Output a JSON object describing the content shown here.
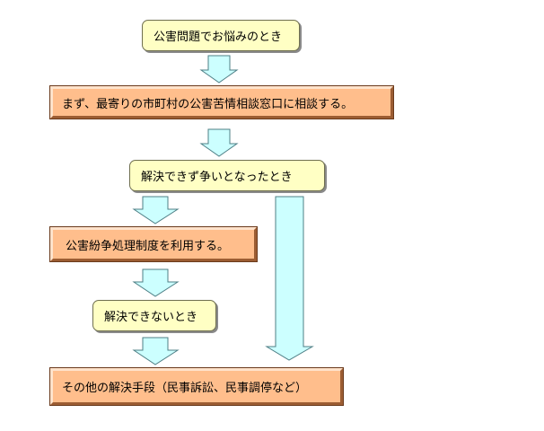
{
  "nodes": {
    "start": "公害問題でお悩みのとき",
    "consult": "まず、最寄りの市町村の公害苦情相談窓口に相談する。",
    "unresolved": "解決できず争いとなったとき",
    "system": "公害紛争処理制度を利用する。",
    "no_solution": "解決できないとき",
    "other_means": "その他の解決手段（民事訴訟、民事調停など）"
  },
  "colors": {
    "yellow_box": "#ffffc4",
    "orange_box": "#ffbe8c",
    "arrow_fill": "#ccffff",
    "arrow_stroke": "#4e7f86"
  }
}
